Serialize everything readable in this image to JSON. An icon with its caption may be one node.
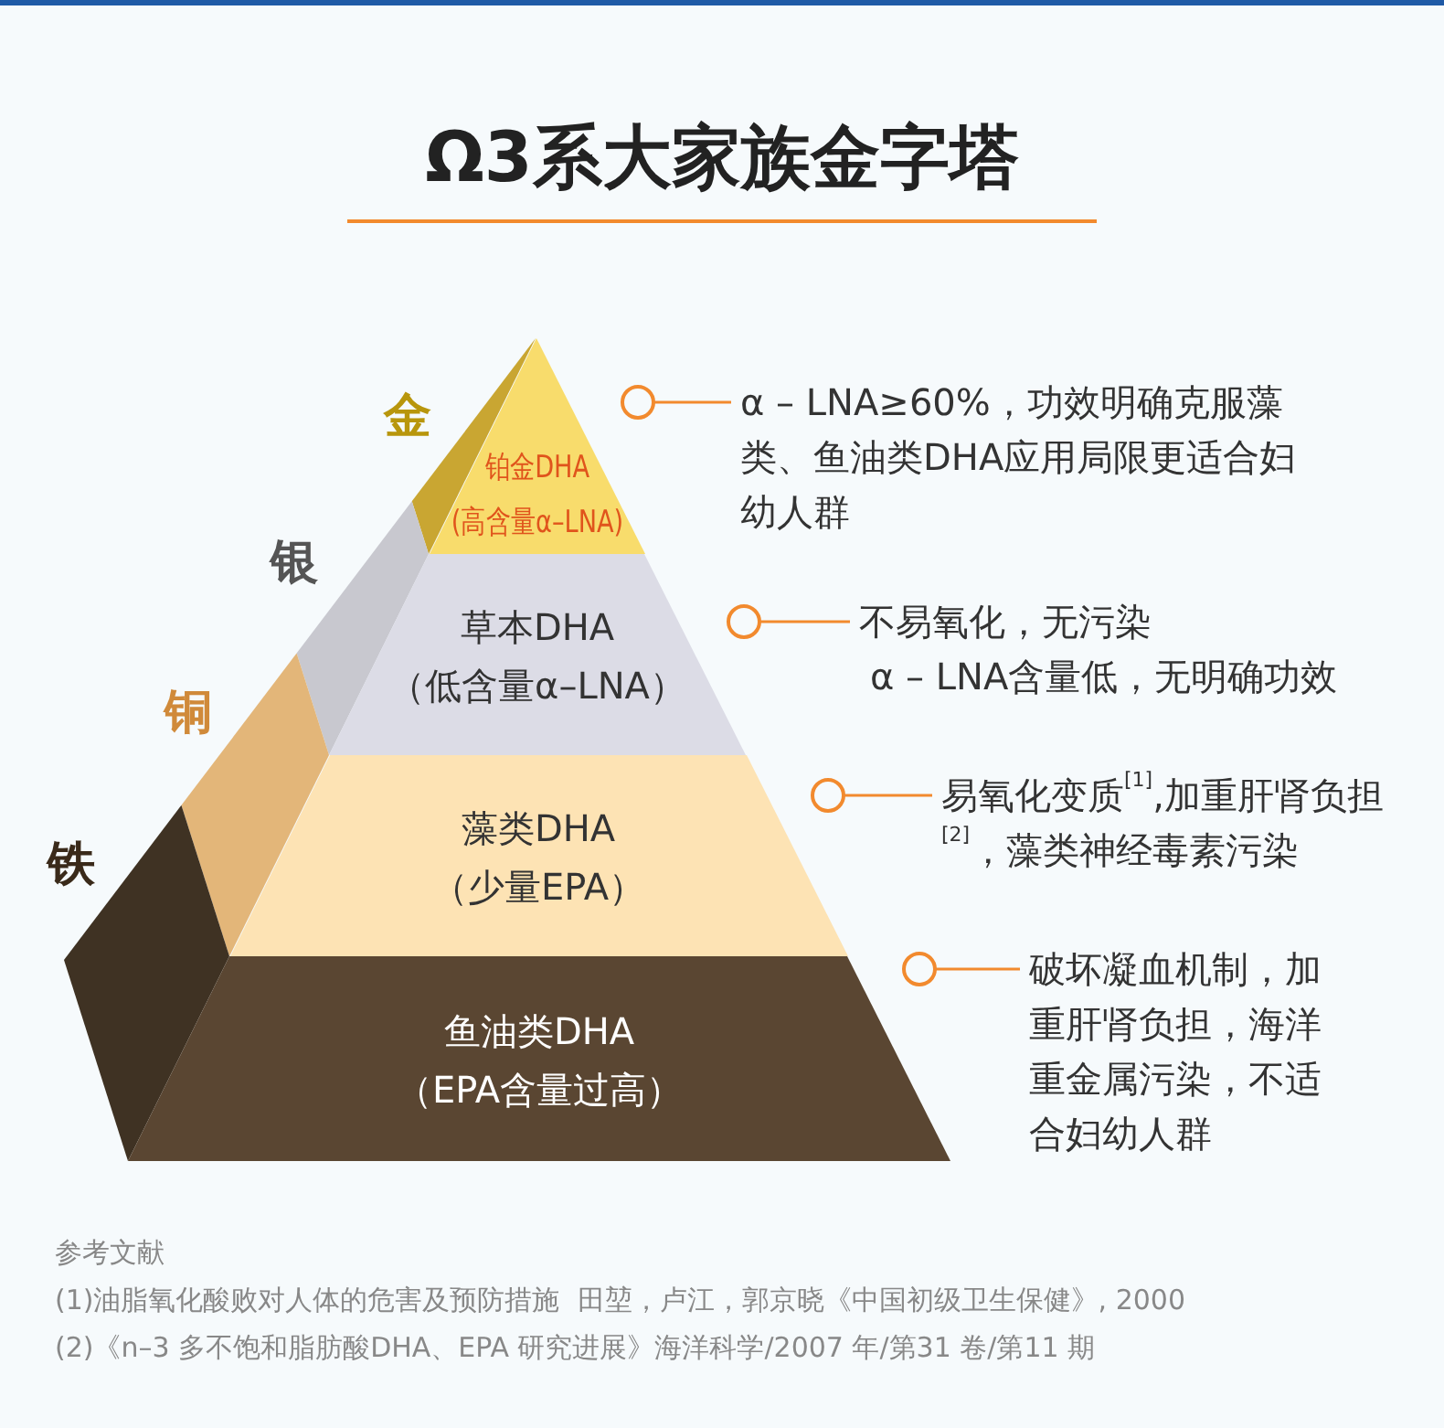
{
  "diagram": {
    "title": "Ω3系大家族金字塔",
    "nodes": [
      {
        "text": [
          "铂金DHA",
          "(高含量α–LNA)"
        ],
        "beside": [
          "金"
        ]
      },
      {
        "text": [
          "草本DHA",
          "（低含量α–LNA）"
        ],
        "beside": [
          "银"
        ]
      },
      {
        "text": [
          "藻类DHA",
          "（少量EPA）"
        ],
        "beside": [
          "铜"
        ]
      },
      {
        "text": [
          "鱼油类DHA",
          "（EPA含量过高）"
        ],
        "beside": [
          "铁"
        ]
      },
      {
        "text": [
          "α – LNA≥60%，功效明确克服藻类、鱼油类DHA应用局限更适合妇幼人群"
        ]
      },
      {
        "text": [
          "不易氧化，无污染",
          "α – LNA含量低，无明确功效"
        ]
      },
      {
        "text": [
          "易氧化变质$^{[1]}$,加重肝肾负担$^{[2]}$，藻类神经毒素污染"
        ]
      },
      {
        "text": [
          "破坏凝血机制，加重肝肾负担，海洋重金属污染，不适合妇幼人群"
        ]
      }
    ],
    "edges": [
      {
        "from": 4,
        "to": null,
        "arrow": "other",
        "color": "#f28a2e"
      },
      {
        "from": 5,
        "to": null,
        "arrow": "other",
        "color": "#f28a2e"
      },
      {
        "from": 6,
        "to": null,
        "arrow": "other",
        "color": "#f28a2e"
      },
      {
        "from": 7,
        "to": null,
        "arrow": "other",
        "color": "#f28a2e"
      }
    ],
    "labels": [
      "参考文献",
      "(1)油脂氧化酸败对人体的危害及预防措施  田堃，卢江，郭京晓《中国初级卫生保健》, 2000",
      "(2)《n–3 多不饱和脂肪酸DHA、EPA 研究进展》海洋科学/2007 年/第31 卷/第11 期"
    ]
  }
}
